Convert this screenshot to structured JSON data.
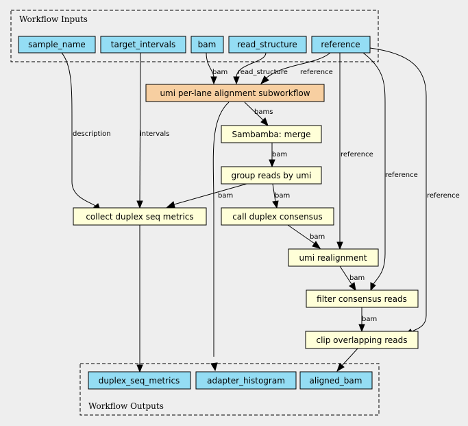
{
  "colors": {
    "background": "#eeeeee",
    "io_fill": "#94ddf4",
    "subworkflow_fill": "#f7cfa1",
    "task_fill": "#ffffd8"
  },
  "clusters": {
    "inputs_label": "Workflow Inputs",
    "outputs_label": "Workflow Outputs"
  },
  "nodes": {
    "sample_name": "sample_name",
    "target_intervals": "target_intervals",
    "bam": "bam",
    "read_structure": "read_structure",
    "reference": "reference",
    "umi_subworkflow": "umi per-lane alignment subworkflow",
    "sambamba_merge": "Sambamba: merge",
    "group_reads": "group reads by umi",
    "collect_metrics": "collect duplex seq metrics",
    "call_consensus": "call duplex consensus",
    "umi_realignment": "umi realignment",
    "filter_reads": "filter consensus reads",
    "clip_reads": "clip overlapping reads",
    "duplex_seq_metrics": "duplex_seq_metrics",
    "adapter_histogram": "adapter_histogram",
    "aligned_bam": "aligned_bam"
  },
  "edge_labels": {
    "bam_to_umi": "bam",
    "read_structure_to_umi": "read_structure",
    "reference_to_umi": "reference",
    "umi_to_merge": "bams",
    "merge_to_group": "bam",
    "sample_to_collect": "description",
    "intervals_to_collect": "intervals",
    "group_to_collect": "bam",
    "group_to_call": "bam",
    "call_to_realign": "bam",
    "reference_to_realign": "reference",
    "realign_to_filter": "bam",
    "reference_to_filter": "reference",
    "filter_to_clip": "bam",
    "reference_to_clip": "reference"
  }
}
